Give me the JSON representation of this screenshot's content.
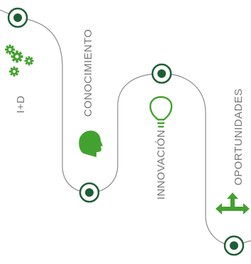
{
  "stages": [
    {
      "label": "I+D",
      "icon": "gears-icon"
    },
    {
      "label": "CONOCIMIENTO",
      "icon": "head-icon"
    },
    {
      "label": "INNOVACIÓN",
      "icon": "lightbulb-icon"
    },
    {
      "label": "OPORTUNIDADES",
      "icon": "arrows-icon"
    }
  ],
  "colors": {
    "path": "#8a8a8a",
    "node_ring": "#1e5e33",
    "node_dot": "#1e5e33",
    "green_icon": "#43a22f",
    "text": "#777777"
  }
}
